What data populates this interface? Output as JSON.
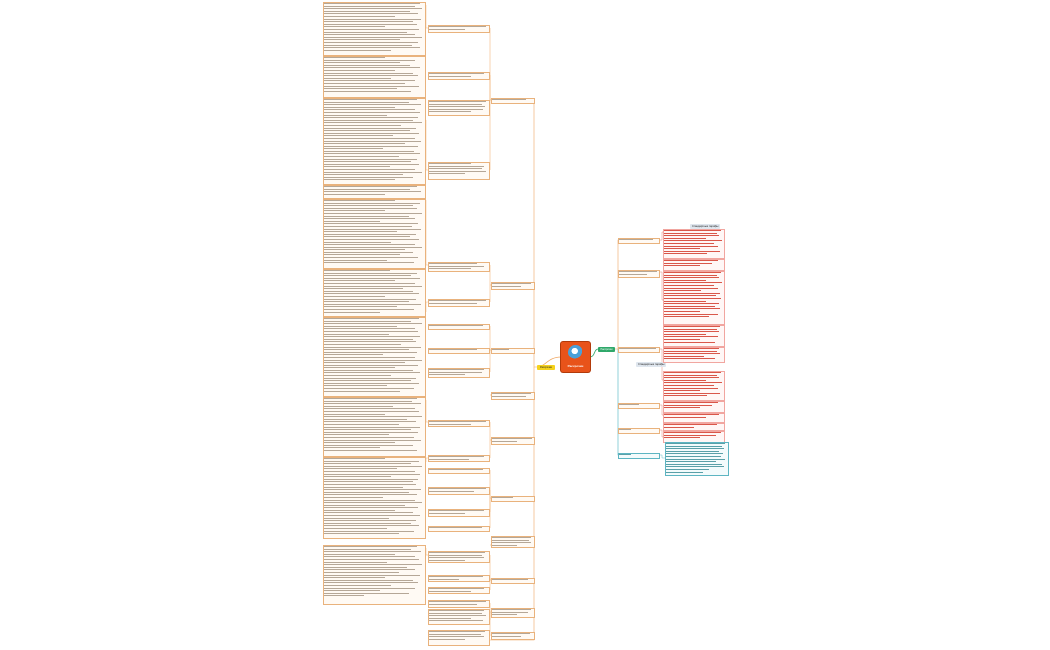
{
  "central": {
    "title": "Рассрочки"
  },
  "labels": {
    "left": "Рассрочки",
    "right": "Рассрочки"
  },
  "legends": [
    "Стандартные тарифы",
    "Стандартные тарифы"
  ],
  "colors": {
    "branch": "#f0a763",
    "blue_branch": "#4bb3c0",
    "central": "#e8531a",
    "left_label": "#f5d21c",
    "right_label": "#2fa86a"
  }
}
